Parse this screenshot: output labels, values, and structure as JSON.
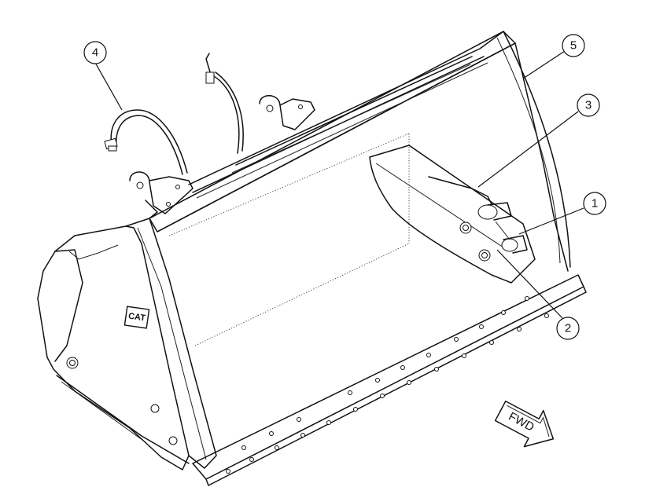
{
  "diagram": {
    "callouts": [
      {
        "id": "1",
        "label": "1"
      },
      {
        "id": "2",
        "label": "2"
      },
      {
        "id": "3",
        "label": "3"
      },
      {
        "id": "4",
        "label": "4"
      },
      {
        "id": "5",
        "label": "5"
      }
    ],
    "direction_arrow": {
      "label": "FWD"
    },
    "logo": {
      "text": "CAT"
    }
  }
}
